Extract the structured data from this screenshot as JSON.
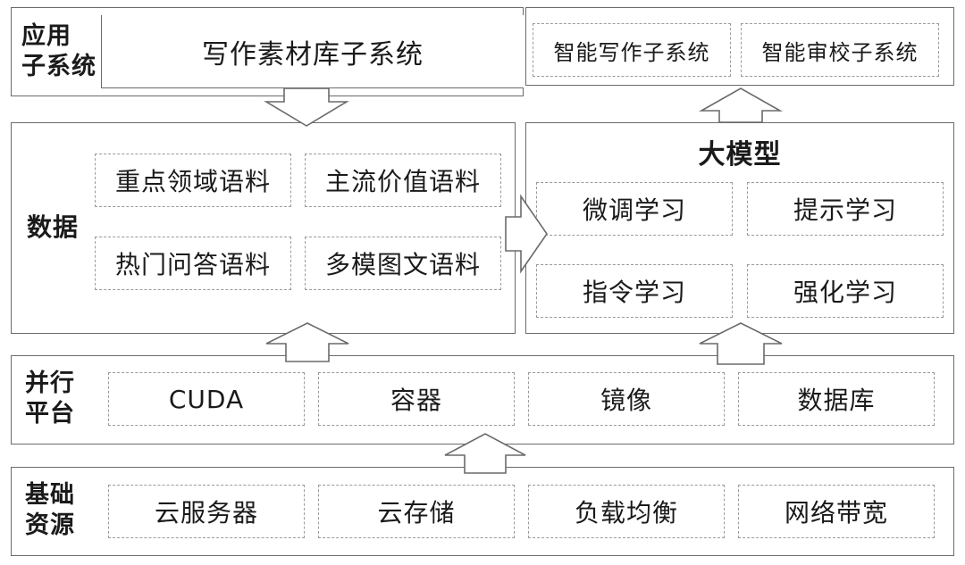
{
  "app": {
    "label": "应用\n子系统",
    "material_subsystem": "写作素材库子系统",
    "smart_writing": "智能写作子系统",
    "smart_review": "智能审校子系统"
  },
  "data": {
    "label": "数据",
    "items": [
      "重点领域语料",
      "主流价值语料",
      "热门问答语料",
      "多模图文语料"
    ]
  },
  "model": {
    "title": "大模型",
    "items": [
      "微调学习",
      "提示学习",
      "指令学习",
      "强化学习"
    ]
  },
  "platform": {
    "label": "并行\n平台",
    "items": [
      "CUDA",
      "容器",
      "镜像",
      "数据库"
    ]
  },
  "infra": {
    "label": "基础\n资源",
    "items": [
      "云服务器",
      "云存储",
      "负载均衡",
      "网络带宽"
    ]
  }
}
